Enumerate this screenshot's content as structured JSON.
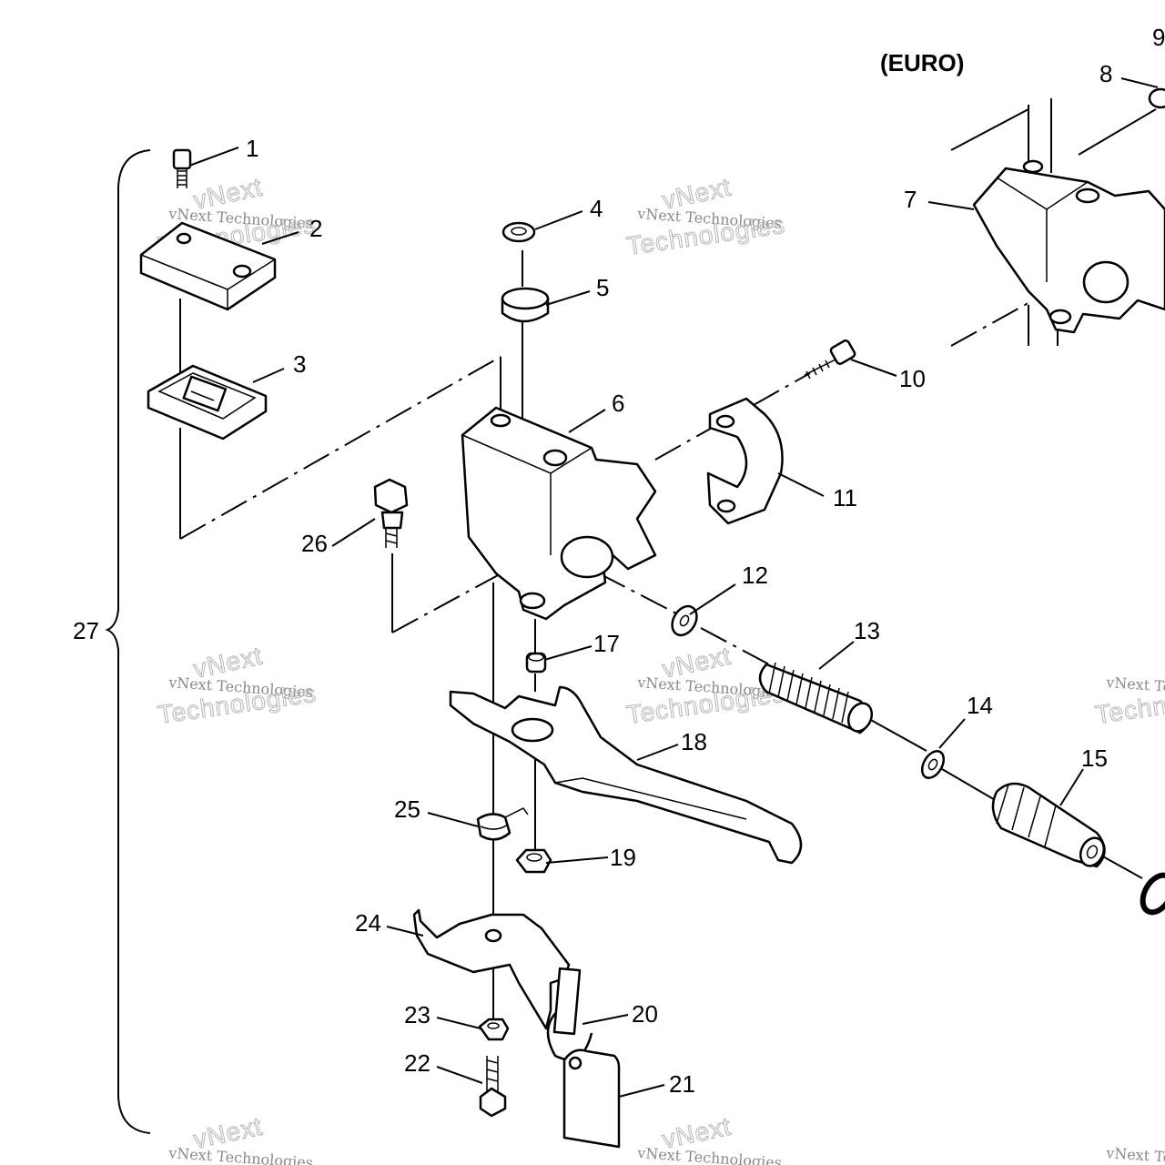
{
  "section_label": "(EURO)",
  "bracket_label": "27",
  "callouts": [
    {
      "id": "c1",
      "text": "1"
    },
    {
      "id": "c2",
      "text": "2"
    },
    {
      "id": "c3",
      "text": "3"
    },
    {
      "id": "c4",
      "text": "4"
    },
    {
      "id": "c5",
      "text": "5"
    },
    {
      "id": "c6",
      "text": "6"
    },
    {
      "id": "c7",
      "text": "7"
    },
    {
      "id": "c8",
      "text": "8"
    },
    {
      "id": "c9",
      "text": "9"
    },
    {
      "id": "c10",
      "text": "10"
    },
    {
      "id": "c11",
      "text": "11"
    },
    {
      "id": "c12",
      "text": "12"
    },
    {
      "id": "c13",
      "text": "13"
    },
    {
      "id": "c14",
      "text": "14"
    },
    {
      "id": "c15",
      "text": "15"
    },
    {
      "id": "c17",
      "text": "17"
    },
    {
      "id": "c18",
      "text": "18"
    },
    {
      "id": "c19",
      "text": "19"
    },
    {
      "id": "c20",
      "text": "20"
    },
    {
      "id": "c21",
      "text": "21"
    },
    {
      "id": "c22",
      "text": "22"
    },
    {
      "id": "c23",
      "text": "23"
    },
    {
      "id": "c24",
      "text": "24"
    },
    {
      "id": "c25",
      "text": "25"
    },
    {
      "id": "c26",
      "text": "26"
    }
  ],
  "watermark": {
    "line1": "vNext Technologies",
    "line2": "Technologies",
    "mark": "vNext"
  }
}
